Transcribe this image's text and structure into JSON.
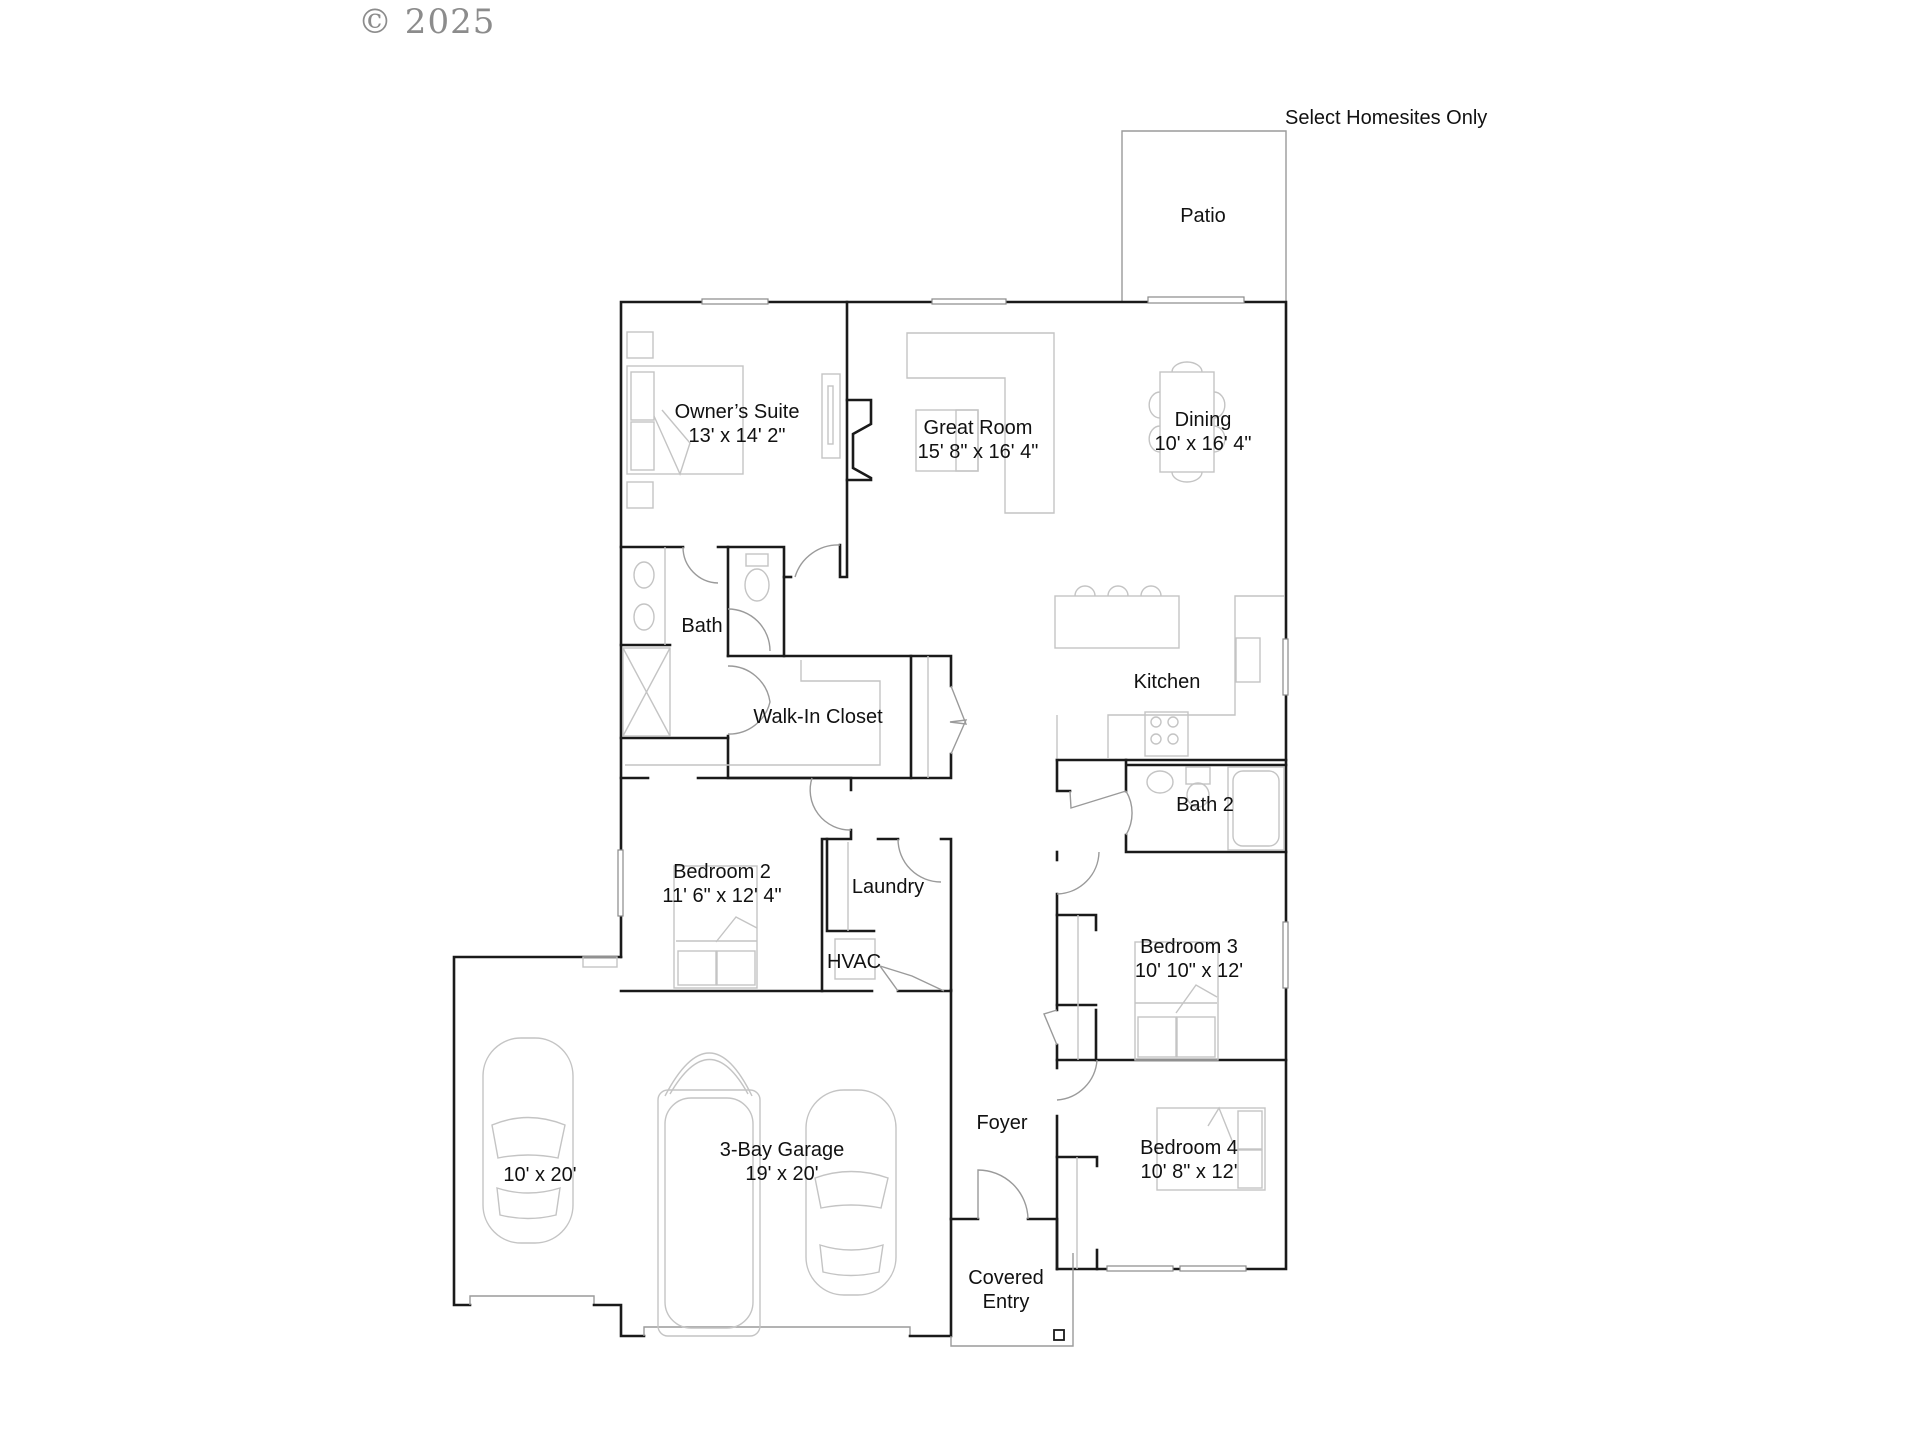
{
  "copyright": "© 2025",
  "note": "Select Homesites Only",
  "rooms": {
    "patio": {
      "name": "Patio"
    },
    "owners_suite": {
      "name": "Owner’s Suite",
      "size": "13' x 14' 2\""
    },
    "great_room": {
      "name": "Great Room",
      "size": "15' 8\" x 16' 4\""
    },
    "dining": {
      "name": "Dining",
      "size": "10' x 16' 4\""
    },
    "bath": {
      "name": "Bath"
    },
    "walk_in_closet": {
      "name": "Walk-In Closet"
    },
    "kitchen": {
      "name": "Kitchen"
    },
    "bath_2": {
      "name": "Bath 2"
    },
    "bedroom_2": {
      "name": "Bedroom 2",
      "size": "11' 6\" x 12' 4\""
    },
    "laundry": {
      "name": "Laundry"
    },
    "hvac": {
      "name": "HVAC"
    },
    "bedroom_3": {
      "name": "Bedroom 3",
      "size": "10' 10\" x 12'"
    },
    "foyer": {
      "name": "Foyer"
    },
    "bedroom_4": {
      "name": "Bedroom 4",
      "size": "10' 8\" x 12'"
    },
    "garage": {
      "name": "3-Bay Garage",
      "size": "19' x 20'"
    },
    "garage_bay_3": {
      "size": "10' x 20'"
    },
    "covered_entry": {
      "name": "Covered",
      "name_2": "Entry"
    }
  }
}
